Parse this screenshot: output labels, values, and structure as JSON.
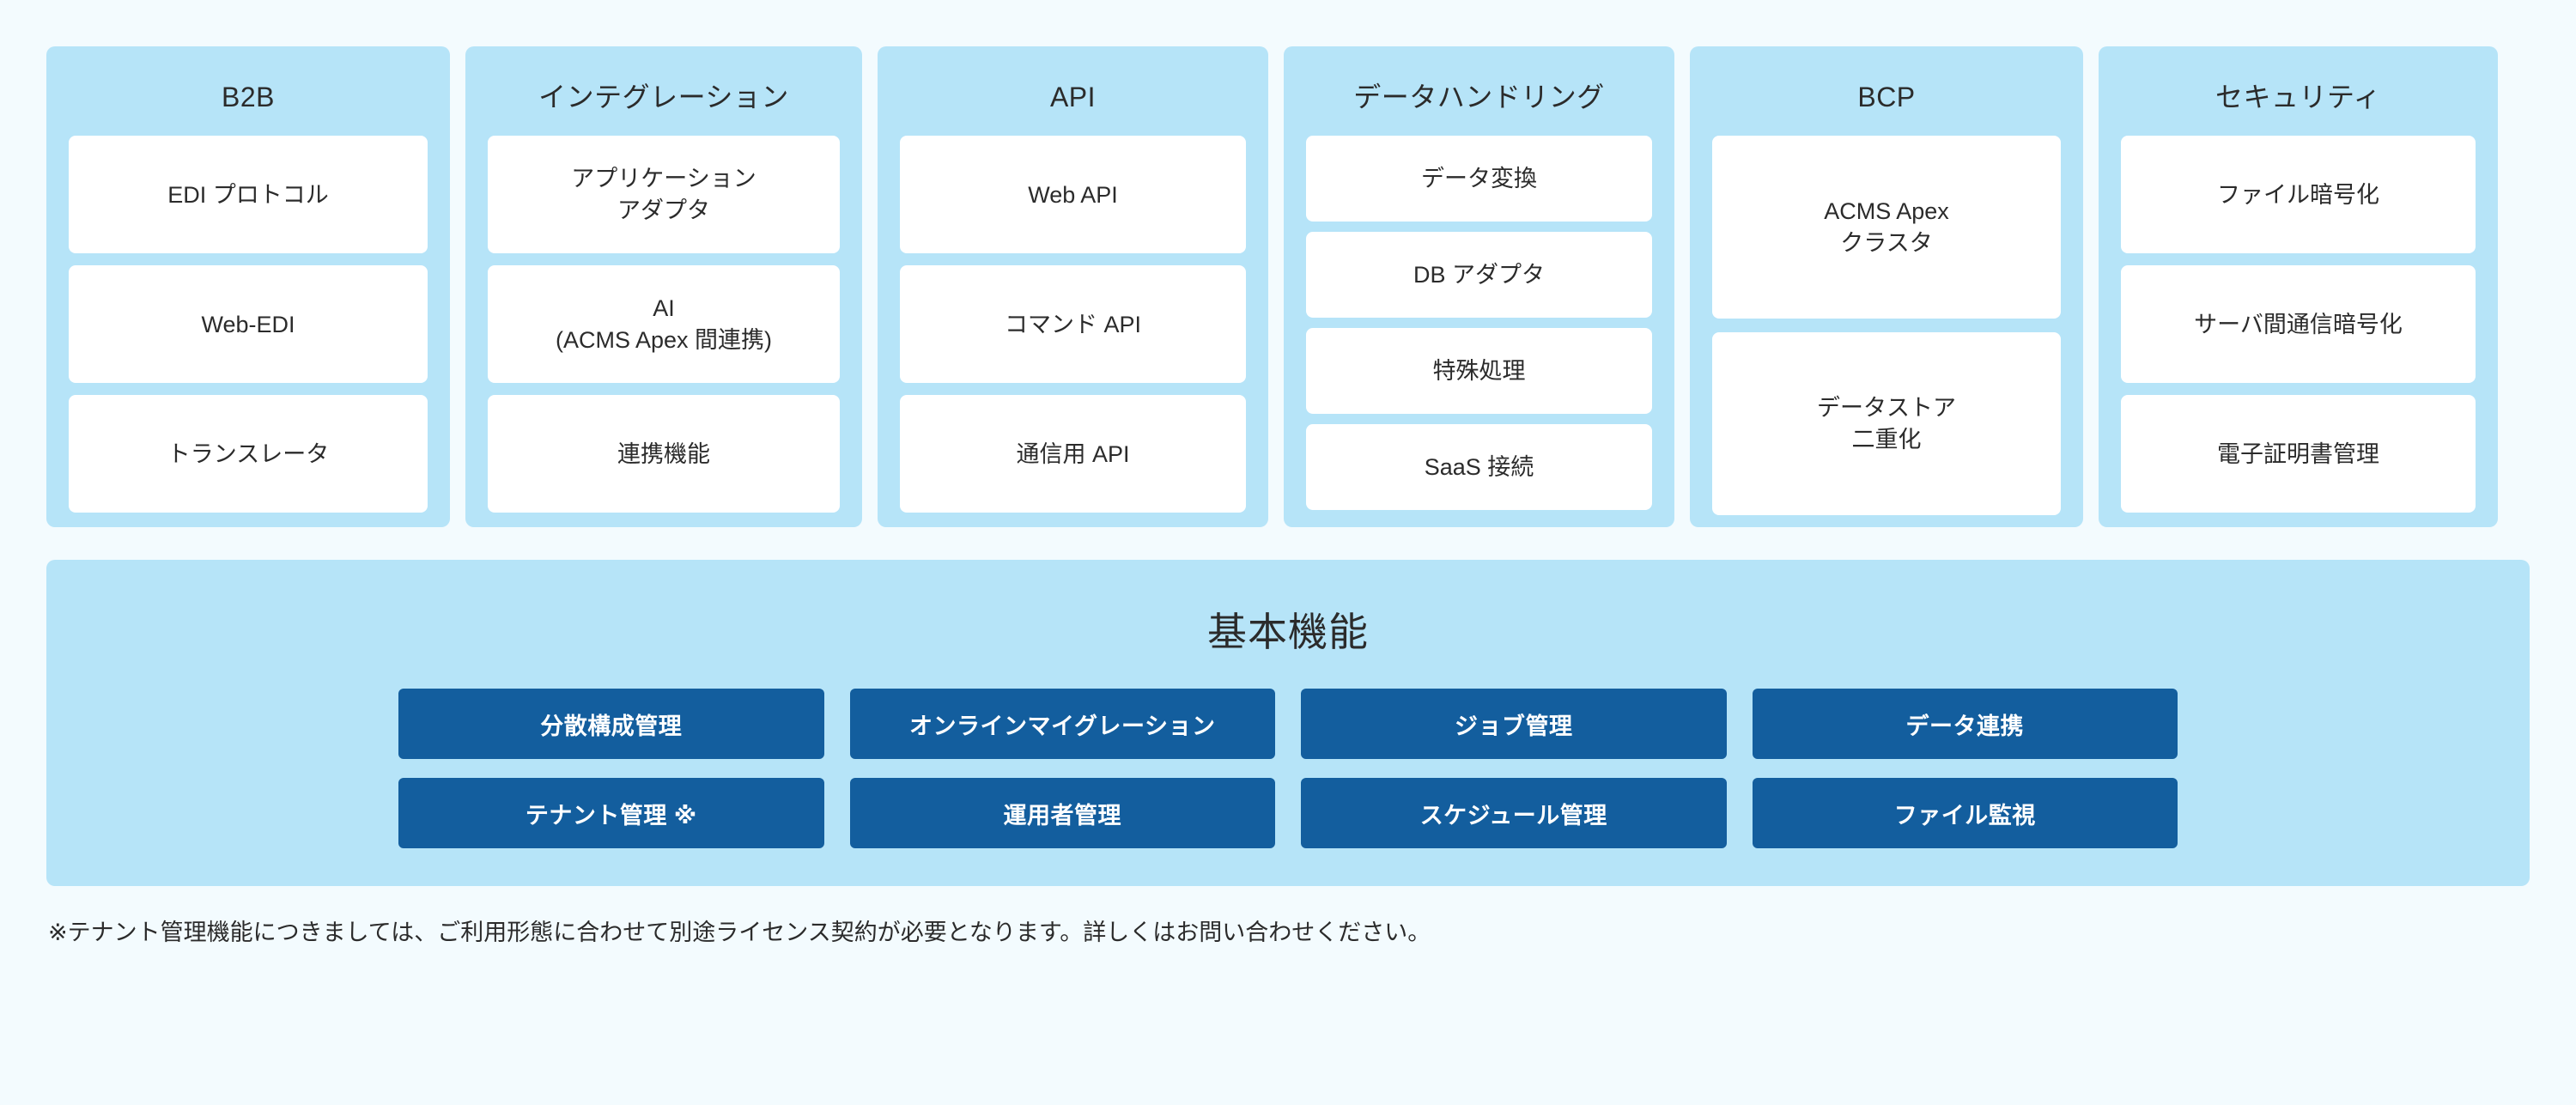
{
  "theme": {
    "page_background": "#f3fbfe",
    "card_background": "#b6e4f8",
    "item_background": "#ffffff",
    "button_background": "#135e9e",
    "button_text": "#ffffff",
    "text": "#2b2b2b"
  },
  "categories": [
    {
      "title": "B2B",
      "items": [
        "EDI プロトコル",
        "Web-EDI",
        "トランスレータ"
      ]
    },
    {
      "title": "インテグレーション",
      "items": [
        "アプリケーション\nアダプタ",
        "AI\n(ACMS Apex 間連携)",
        "連携機能"
      ]
    },
    {
      "title": "API",
      "items": [
        "Web API",
        "コマンド API",
        "通信用 API"
      ]
    },
    {
      "title": "データハンドリング",
      "items": [
        "データ変換",
        "DB アダプタ",
        "特殊処理",
        "SaaS 接続"
      ]
    },
    {
      "title": "BCP",
      "items": [
        "ACMS Apex\nクラスタ",
        "データストア\n二重化"
      ]
    },
    {
      "title": "セキュリティ",
      "items": [
        "ファイル暗号化",
        "サーバ間通信暗号化",
        "電子証明書管理"
      ]
    }
  ],
  "basic": {
    "title": "基本機能",
    "buttons": [
      "分散構成管理",
      "オンラインマイグレーション",
      "ジョブ管理",
      "データ連携",
      "テナント管理 ※",
      "運用者管理",
      "スケジュール管理",
      "ファイル監視"
    ]
  },
  "footnote": "※テナント管理機能につきましては、ご利用形態に合わせて別途ライセンス契約が必要となります。詳しくはお問い合わせください。"
}
